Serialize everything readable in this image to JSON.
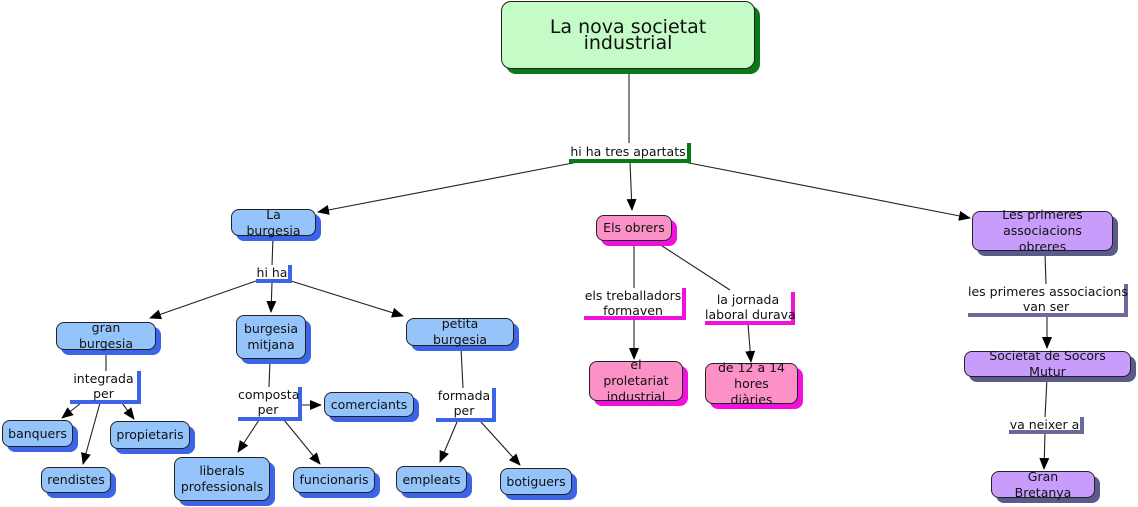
{
  "map": {
    "title": "La nova societat industrial",
    "root_link": "hi  ha tres apartats",
    "burgesia": {
      "label": "La burgesia",
      "link": "hi ha",
      "gran": {
        "label": "gran burgesia",
        "link_line1": "integrada",
        "link_line2": "per",
        "children": [
          "banquers",
          "rendistes",
          "propietaris"
        ]
      },
      "mitjana": {
        "label_line1": "burgesia",
        "label_line2": "mitjana",
        "link_line1": "composta",
        "link_line2": "per",
        "children": [
          "comerciants",
          "funcionaris"
        ],
        "liberals_line1": "liberals",
        "liberals_line2": "professionals"
      },
      "petita": {
        "label": "petita burgesia",
        "link_line1": "formada",
        "link_line2": "per",
        "children": [
          "empleats",
          "botiguers"
        ]
      }
    },
    "obrers": {
      "label": "Els obrers",
      "link1_line1": "els treballadors",
      "link1_line2": "formaven",
      "target1_line1": "el proletariat",
      "target1_line2": "industrial",
      "link2_line1": "la jornada",
      "link2_line2": "laboral durava",
      "target2_line1": "de 12 a 14",
      "target2_line2": "hores diàries"
    },
    "associacions": {
      "label_line1": "Les primeres",
      "label_line2": "associacions obreres",
      "link_line1": "les primeres associacions",
      "link_line2": "van ser",
      "target": "Societat de Socors Mutur",
      "link2": "va neixer a",
      "target2": "Gran Bretanya"
    }
  },
  "colors": {
    "root_fill": "#c4fbc6",
    "root_shadow": "#0a7a14",
    "burgesia_fill": "#94c4fa",
    "burgesia_shadow": "#3c64e6",
    "obrers_fill": "#fb91c7",
    "obrers_shadow": "#f012dc",
    "associacions_fill": "#c79cfb",
    "associacions_shadow": "#5a5a8c"
  }
}
